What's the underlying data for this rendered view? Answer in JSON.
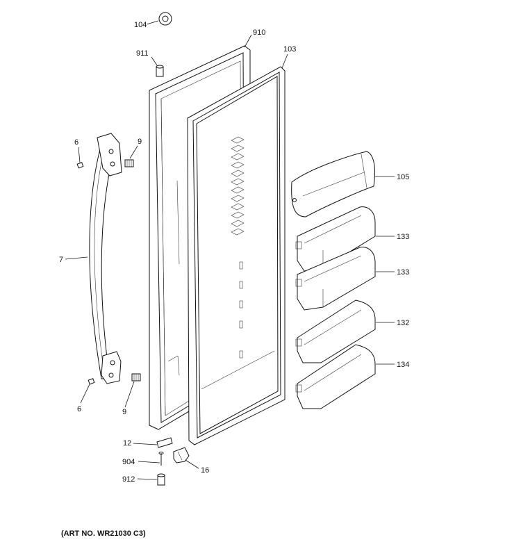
{
  "diagram": {
    "callouts": {
      "c104": "104",
      "c910": "910",
      "c911": "911",
      "c103": "103",
      "c6a": "6",
      "c9a": "9",
      "c7": "7",
      "c105": "105",
      "c133a": "133",
      "c133b": "133",
      "c132": "132",
      "c134": "134",
      "c6b": "6",
      "c9b": "9",
      "c12": "12",
      "c904": "904",
      "c16": "16",
      "c912": "912"
    },
    "art_number": "(ART NO. WR21030 C3)"
  }
}
